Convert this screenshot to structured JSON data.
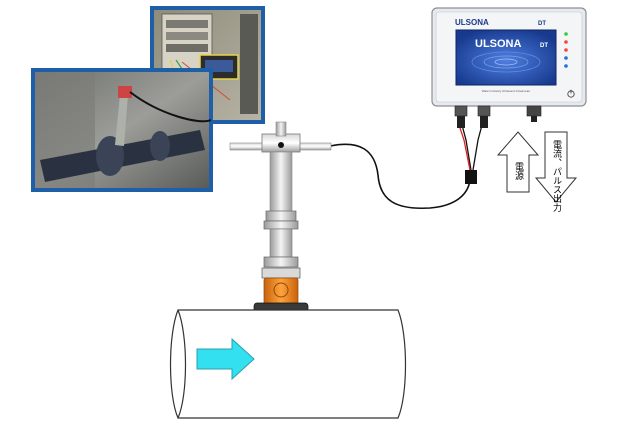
{
  "device": {
    "brand": "ULSONA",
    "model": "DT",
    "screen_logo": "ULSONA",
    "screen_logo_sub": "DT",
    "subtitle": "Water Industry Ultrasonic Flowmeter",
    "indicator_colors": [
      "#2ecc40",
      "#ff4136",
      "#ff4136",
      "#1e6fd9",
      "#1e6fd9"
    ],
    "power_icon": "power-icon"
  },
  "arrows": {
    "up_label": "電源",
    "down_label": "電流、パルス出力"
  },
  "colors": {
    "flow_arrow": "#33e0f0",
    "orange_fitting": "#f08a1c",
    "device_body": "#e8ecef",
    "device_screen": "#1a3f9e",
    "photo_border": "#1f5fa8"
  },
  "photos": [
    {
      "name": "installation-photo-pipe"
    },
    {
      "name": "installation-photo-panel"
    }
  ]
}
